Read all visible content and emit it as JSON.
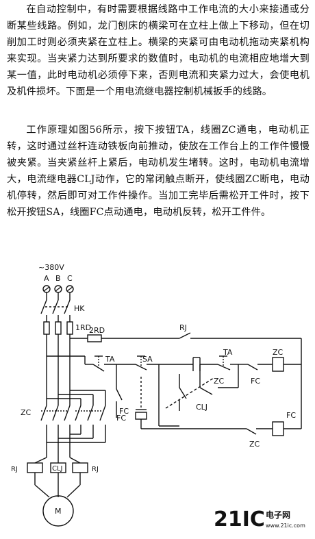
{
  "paragraphs": [
    "在自动控制中，有时需要根据线路中工作电流的大小来接通或分断某些线路。例如，龙门刨床的横梁可在立柱上做上下移动，但在切削加工时则必须夹紧在立柱上。横梁的夹紧可由电动机拖动夹紧机构来实现。当夹紧力达到所要求的数值时，电动机的电流相应地增大到某一值，此时电动机必须停下来，否则电流和夹紧力过大，会使电机及机件损坏。下面是一个用电流继电器控制机械扳手的线路。",
    "工作原理如图56所示，按下按钮TA，线圈ZC通电，电动机正转，这时通过丝杆连动铁板向前推动，使放在工作台上的工作件慢慢被夹紧。当夹紧丝杆上紧后，电动机发生堵转。这时，电动机电流增大，电流继电器CLJ动作，它的常闭触点断开，使线圈ZC断电，电动机停转，然后即可对工作件操作。当加工完毕后需松开工件时，按下松开按钮SA，线圈FC点动通电，电动机反转，松开工件件。"
  ],
  "diagram": {
    "supply": "~380V",
    "phases": [
      "A",
      "B",
      "C"
    ],
    "labels": {
      "hk": "HK",
      "rd1": "1RD",
      "rd2": "2RD",
      "rj_top": "RJ",
      "ta_left": "TA",
      "sa": "SA",
      "ta_right": "TA",
      "zc_coil": "ZC",
      "zc_interlock": "ZC",
      "fc_left": "FC",
      "clj_contact": "CLJ",
      "fc_contact": "FC",
      "fc_coil": "FC",
      "zc_bottom": "ZC",
      "zc_main": "ZC",
      "fc_main": "FC",
      "rj_left": "RJ",
      "clj_coil": "CLJ",
      "rj_right": "RJ",
      "motor": "M"
    }
  },
  "watermark": {
    "brand": "21IC",
    "cn": "电子网",
    "url": "www.21ic.com"
  }
}
